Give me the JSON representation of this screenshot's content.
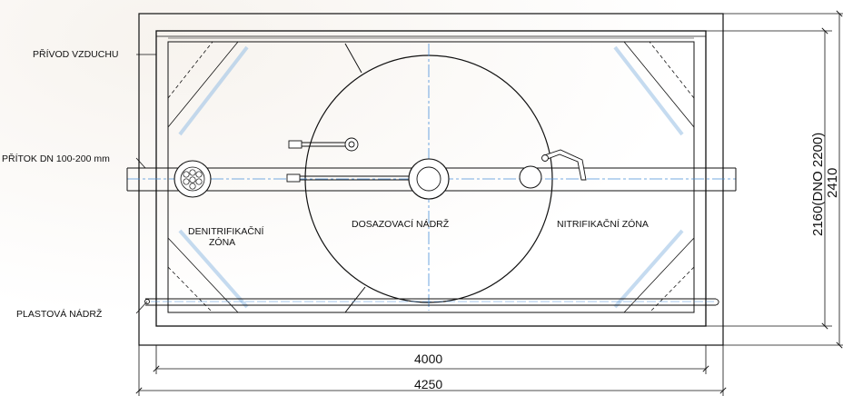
{
  "labels": {
    "air_supply": "PŘÍVOD VZDUCHU",
    "inflow": "PŘÍTOK DN 100-200 mm",
    "plastic_tank": "PLASTOVÁ NÁDRŽ",
    "denitrification_1": "DENITRIFIKAČNÍ",
    "denitrification_2": "ZÓNA",
    "settling_tank": "DOSAZOVACÍ NÁDRŽ",
    "nitrification": "NITRIFIKAČNÍ  ZÓNA"
  },
  "dimensions": {
    "inner_width": "4000",
    "outer_width": "4250",
    "inner_height": "2160(DNO 2200)",
    "outer_height": "2410"
  },
  "colors": {
    "line": "#111111",
    "centerline": "#4a90d9",
    "hatch": "#9fc3e6"
  }
}
